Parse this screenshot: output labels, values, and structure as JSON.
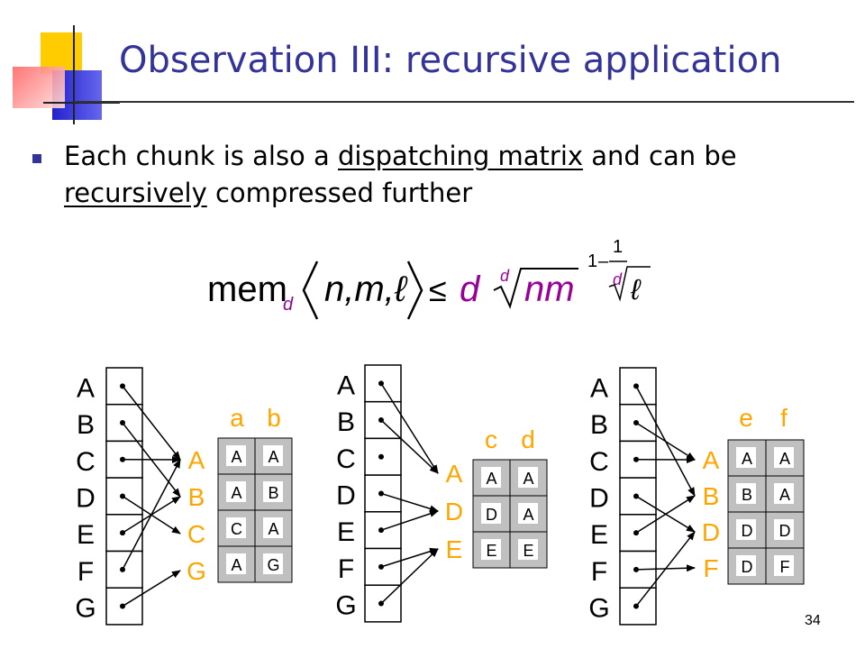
{
  "slide": {
    "title": "Observation III: recursive application",
    "bullet": {
      "before1": "Each chunk is also a ",
      "underline1": "dispatching matrix",
      "between": " and can be ",
      "underline2": "recursively",
      "after": " compressed further"
    },
    "slide_number": "34"
  },
  "formula": {
    "mem": "mem",
    "mem_sub": "d",
    "args": "n,m,",
    "ell": "ℓ",
    "leq": "≤",
    "d": "d",
    "root_index": "d",
    "radicand": "nm",
    "exp_one": "1",
    "exp_minus": "–",
    "exp_num": "1",
    "exp_root_index": "d",
    "exp_radicand": "ℓ"
  },
  "diagrams": [
    {
      "rows": [
        "A",
        "B",
        "C",
        "D",
        "E",
        "F",
        "G"
      ],
      "selected": [
        "A",
        "B",
        "C",
        "G"
      ],
      "columns": [
        "a",
        "b"
      ],
      "cells": [
        [
          "A",
          "A"
        ],
        [
          "A",
          "B"
        ],
        [
          "C",
          "A"
        ],
        [
          "A",
          "G"
        ]
      ]
    },
    {
      "rows": [
        "A",
        "B",
        "C",
        "D",
        "E",
        "F",
        "G"
      ],
      "selected": [
        "A",
        "D",
        "E"
      ],
      "columns": [
        "c",
        "d"
      ],
      "cells": [
        [
          "A",
          "A"
        ],
        [
          "D",
          "A"
        ],
        [
          "E",
          "E"
        ]
      ]
    },
    {
      "rows": [
        "A",
        "B",
        "C",
        "D",
        "E",
        "F",
        "G"
      ],
      "selected": [
        "A",
        "B",
        "D",
        "F"
      ],
      "columns": [
        "e",
        "f"
      ],
      "cells": [
        [
          "A",
          "A"
        ],
        [
          "B",
          "A"
        ],
        [
          "D",
          "D"
        ],
        [
          "D",
          "F"
        ]
      ]
    }
  ],
  "colors": {
    "title": "#333399",
    "accent_letters": "#FFA500",
    "formula_purple": "#990099",
    "cell_shade": "#C0C0C0"
  }
}
